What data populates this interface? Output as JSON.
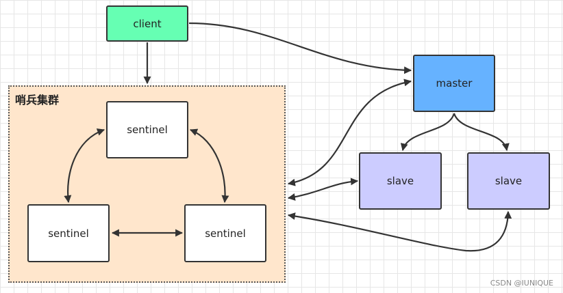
{
  "cluster": {
    "label": "哨兵集群"
  },
  "nodes": {
    "client": "client",
    "sentinel_top": "sentinel",
    "sentinel_left": "sentinel",
    "sentinel_right": "sentinel",
    "master": "master",
    "slave_1": "slave",
    "slave_2": "slave"
  },
  "colors": {
    "client": "#66ffb3",
    "master": "#66b2ff",
    "slave": "#ccccff",
    "cluster_fill": "#ffe6cc",
    "edge": "#333333"
  },
  "watermark": "CSDN @IUNIQUE"
}
